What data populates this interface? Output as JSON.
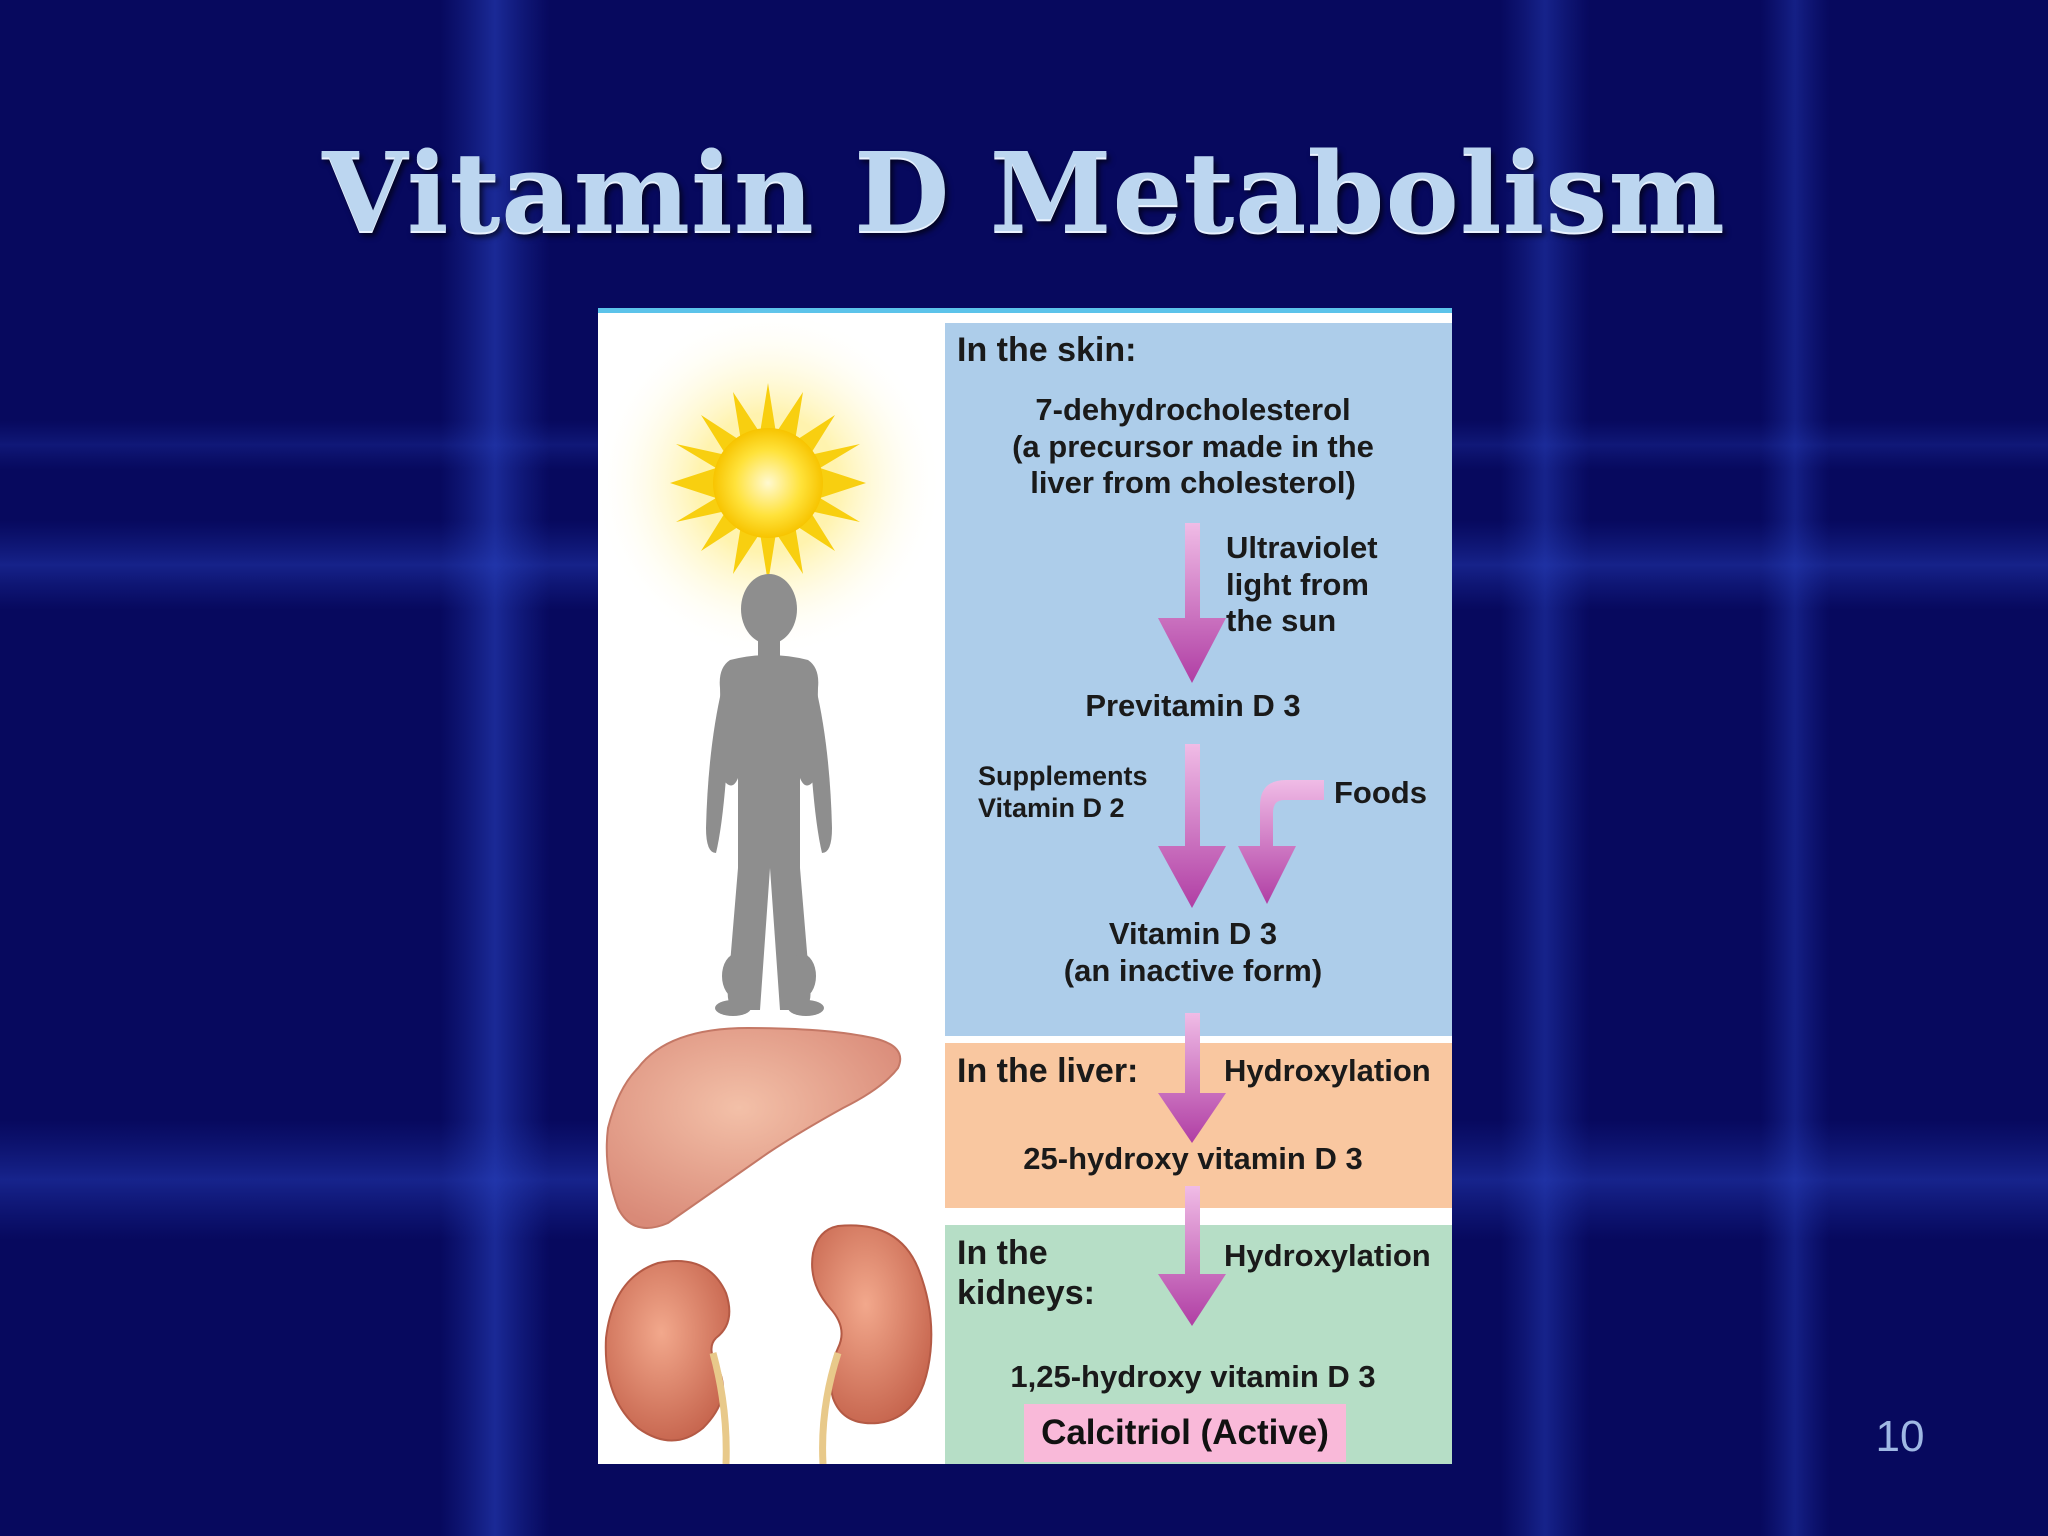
{
  "slide": {
    "title": "Vitamin D Metabolism",
    "page_number": "10"
  },
  "diagram": {
    "skin": {
      "heading": "In the skin:",
      "precursor": [
        "7-dehydrocholesterol",
        "(a precursor made in the",
        "liver from cholesterol)"
      ],
      "uv_note": [
        "Ultraviolet",
        "light from",
        "the sun"
      ],
      "previtamin": "Previtamin D 3",
      "supplements": [
        "Supplements",
        "Vitamin D 2"
      ],
      "foods": "Foods",
      "vitamin_d3": [
        "Vitamin D 3",
        "(an inactive form)"
      ]
    },
    "liver": {
      "heading": "In the liver:",
      "process": "Hydroxylation",
      "product": "25-hydroxy vitamin D 3"
    },
    "kidneys": {
      "heading": [
        "In the",
        "kidneys:"
      ],
      "process": "Hydroxylation",
      "product": "1,25-hydroxy vitamin D 3",
      "active_label": "Calcitriol (Active)"
    }
  },
  "colors": {
    "background": "#07095e",
    "skin_panel": "#adcdea",
    "liver_panel": "#f9c7a0",
    "kidney_panel": "#b6dec6",
    "arrow": "#b548a8",
    "active_badge": "#f9b9d9"
  }
}
